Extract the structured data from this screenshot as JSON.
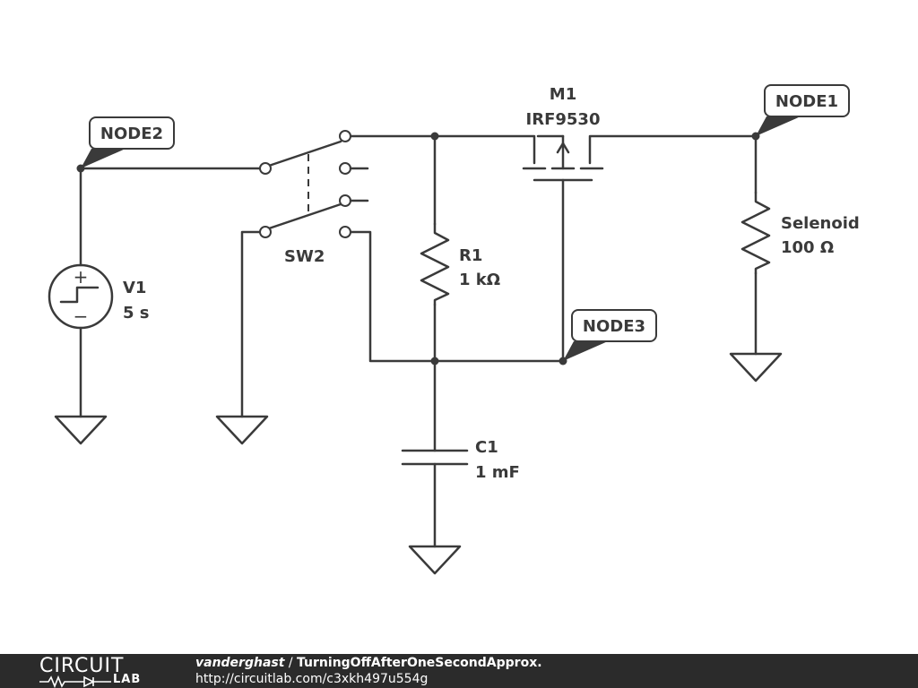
{
  "nodes": {
    "node1": "NODE1",
    "node2": "NODE2",
    "node3": "NODE3"
  },
  "components": {
    "m1": {
      "ref": "M1",
      "value": "IRF9530"
    },
    "sw2": {
      "ref": "SW2"
    },
    "r1": {
      "ref": "R1",
      "value": "1 kΩ"
    },
    "c1": {
      "ref": "C1",
      "value": "1 mF"
    },
    "v1": {
      "ref": "V1",
      "value": "5 s",
      "plus": "+",
      "minus": "−"
    },
    "load": {
      "ref": "Selenoid",
      "value": "100 Ω"
    }
  },
  "footer": {
    "logo_top": "CIRCUIT",
    "logo_bottom": "LAB",
    "author": "vanderghast",
    "separator": " / ",
    "title": "TurningOffAfterOneSecondApprox.",
    "url": "http://circuitlab.com/c3xkh497u554g"
  },
  "colors": {
    "ink": "#3a3a3a",
    "footer_bg": "#2b2b2b",
    "background": "#ffffff"
  }
}
